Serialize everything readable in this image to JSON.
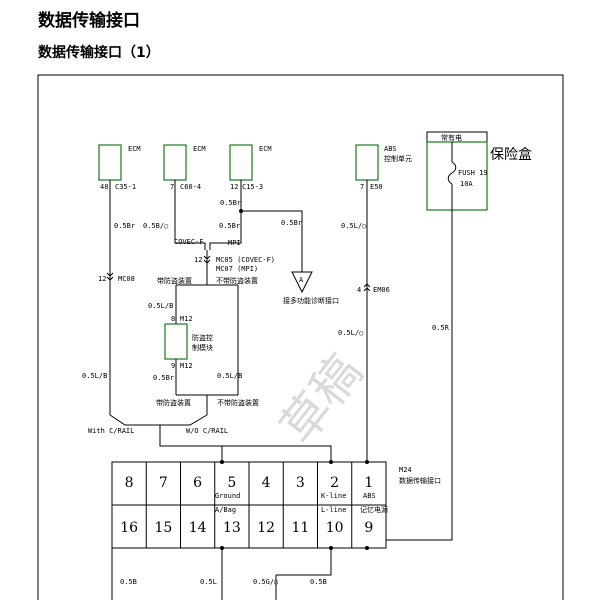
{
  "header": {
    "title": "数据传输接口",
    "subtitle": "数据传输接口（1）"
  },
  "watermark": "草稿",
  "components": {
    "ecm1": {
      "label": "ECM",
      "pin": "48",
      "connector": "C35-1"
    },
    "ecm2": {
      "label": "ECM",
      "pin": "7",
      "connector": "C60-4"
    },
    "ecm3": {
      "label": "ECM",
      "pin": "12",
      "connector": "C15-3"
    },
    "abs": {
      "label1": "ABS",
      "label2": "控制单元",
      "pin": "7",
      "connector": "E50"
    },
    "fusebox": {
      "top_label": "常有电",
      "name": "保险盒",
      "fuse": "FUSH 19",
      "rating": "10A"
    },
    "theft_module": {
      "label1": "防盗控",
      "label2": "制模块",
      "pin_top": "8",
      "conn_top": "M12",
      "pin_bottom": "9",
      "conn_bottom": "M12"
    },
    "dlc": {
      "connector": "M24",
      "name": "数据传输接口"
    }
  },
  "wires": {
    "w_05br_left": "0.5Br",
    "w_05b_o": "0.5B/○",
    "w_05br_mid": "0.5Br",
    "w_05br_top": "0.5Br",
    "w_05br_right": "0.5Br",
    "w_05l_abs": "0.5L/○",
    "w_05l_abs2": "0.5L/○",
    "w_05r": "0.5R",
    "w_05lb_left": "0.5L/B",
    "w_05lb_mod": "0.5L/B",
    "w_05br_mod": "0.5Br",
    "w_05lb_right": "0.5L/B",
    "w_05b_bot": "0.5B",
    "w_05l_bot": "0.5L",
    "w_05g_bot": "0.5G/○",
    "w_05b_bot2": "0.5B"
  },
  "labels": {
    "covec_f": "COVEC-F",
    "mpi": "MPI",
    "splice_num": "12",
    "mc05": "MC05 (COVEC-F)",
    "mc07": "MC07 (MPI)",
    "no_theft": "不带防盗装置",
    "with_theft": "带防盗装置",
    "splice_left_num": "12",
    "mc08": "MC08",
    "ground_text": "接多功能诊断接口",
    "em06_num": "4",
    "em06": "EM06",
    "with_theft_bottom": "带防盗装置",
    "no_theft_bottom": "不带防盗装置",
    "with_crail": "With C/RAIL",
    "wo_crail": "W/O C/RAIL"
  },
  "dlc_pins": {
    "top_row": [
      "8",
      "7",
      "6",
      "5",
      "4",
      "3",
      "2",
      "1"
    ],
    "bottom_row": [
      "16",
      "15",
      "14",
      "13",
      "12",
      "11",
      "10",
      "9"
    ],
    "pin5_label": "Ground",
    "pin2_label": "K-line",
    "pin1_label": "ABS",
    "pin13_label": "A/Bag",
    "pin10_label": "L-line",
    "pin9_label": "记忆电源"
  }
}
